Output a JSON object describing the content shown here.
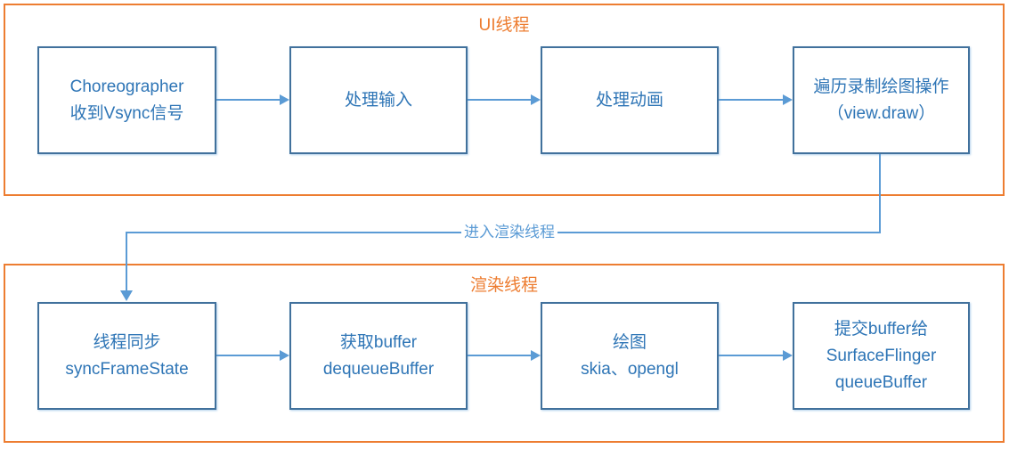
{
  "colors": {
    "lane_border": "#ED7D31",
    "lane_title": "#ED7D31",
    "node_border": "#41719C",
    "node_text": "#2E75B6",
    "arrow": "#5B9BD5"
  },
  "lanes": [
    {
      "title": "UI线程",
      "boxes": [
        {
          "lines": [
            "Choreographer",
            "收到Vsync信号"
          ]
        },
        {
          "lines": [
            "处理输入"
          ]
        },
        {
          "lines": [
            "处理动画"
          ]
        },
        {
          "lines": [
            "遍历录制绘图操作",
            "（view.draw）"
          ]
        }
      ]
    },
    {
      "title": "渲染线程",
      "boxes": [
        {
          "lines": [
            "线程同步",
            "syncFrameState"
          ]
        },
        {
          "lines": [
            "获取buffer",
            "dequeueBuffer"
          ]
        },
        {
          "lines": [
            "绘图",
            "skia、opengl"
          ]
        },
        {
          "lines": [
            "提交buffer给",
            "SurfaceFlinger",
            "queueBuffer"
          ]
        }
      ]
    }
  ],
  "connector": {
    "label": "进入渲染线程"
  }
}
